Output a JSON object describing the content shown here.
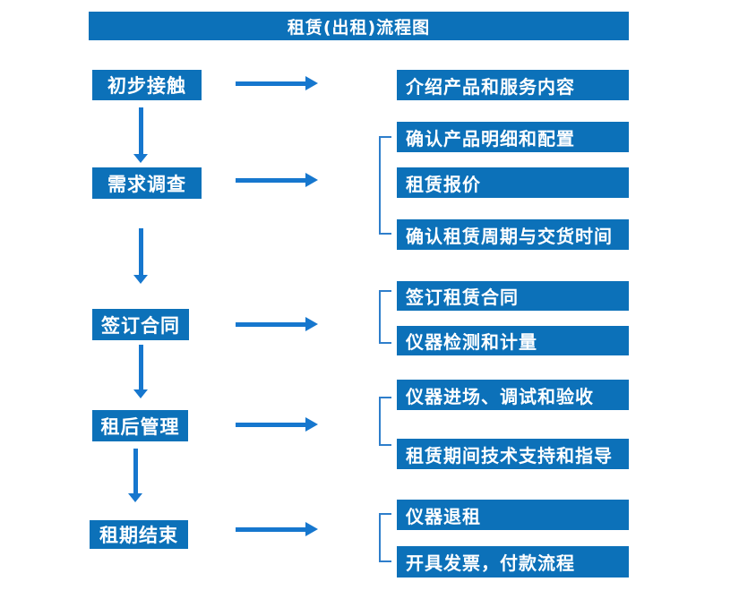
{
  "title": "租赁(出租)流程图",
  "colors": {
    "box_blue": "#0c71b9",
    "arrow_blue": "#1677ce",
    "bracket_blue": "#2e7ecb",
    "text_white": "#ffffff"
  },
  "steps": [
    {
      "label": "初步接触",
      "details": [
        "介绍产品和服务内容"
      ]
    },
    {
      "label": "需求调查",
      "details": [
        "确认产品明细和配置",
        "租赁报价",
        "确认租赁周期与交货时间"
      ]
    },
    {
      "label": "签订合同",
      "details": [
        "签订租赁合同",
        "仪器检测和计量"
      ]
    },
    {
      "label": "租后管理",
      "details": [
        "仪器进场、调试和验收",
        "租赁期间技术支持和指导"
      ]
    },
    {
      "label": "租期结束",
      "details": [
        "仪器退租",
        "开具发票，付款流程"
      ]
    }
  ]
}
